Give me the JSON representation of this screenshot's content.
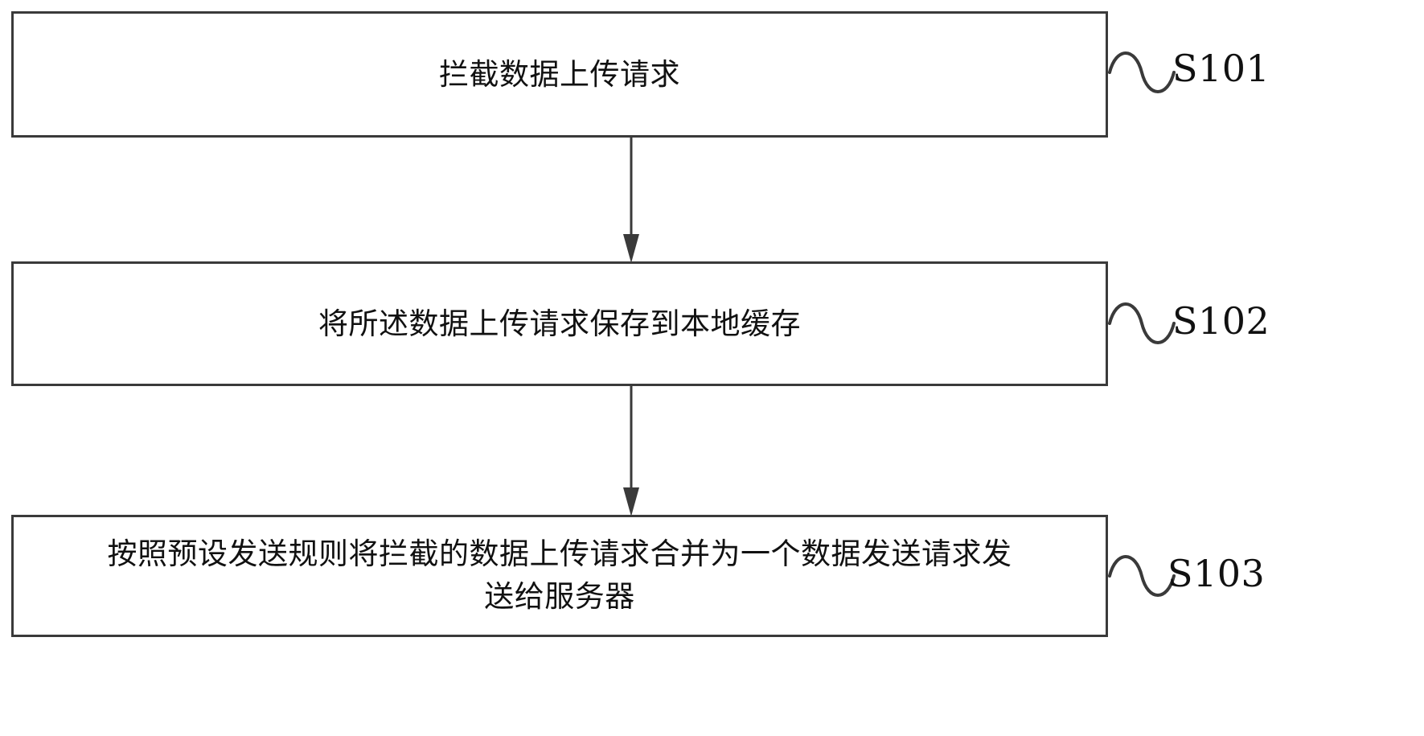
{
  "diagram": {
    "type": "flowchart",
    "orientation": "vertical",
    "stroke_color": "#3a3a3a",
    "text_color": "#111111",
    "background_color": "#ffffff",
    "steps": [
      {
        "id": "S101",
        "label": "S101",
        "text": "拦截数据上传请求",
        "shape": "rectangle"
      },
      {
        "id": "S102",
        "label": "S102",
        "text": "将所述数据上传请求保存到本地缓存",
        "shape": "rectangle"
      },
      {
        "id": "S103",
        "label": "S103",
        "text": "按照预设发送规则将拦截的数据上传请求合并为一个数据发送请求发\n送给服务器",
        "shape": "rectangle"
      }
    ],
    "connectors": [
      {
        "id": "arrow-1",
        "from": "S101",
        "to": "S102",
        "style": "solid-arrow-down"
      },
      {
        "id": "arrow-2",
        "from": "S102",
        "to": "S103",
        "style": "solid-arrow-down"
      }
    ],
    "leaders": [
      {
        "id": "squiggle-1",
        "target": "S101",
        "style": "sine-wave"
      },
      {
        "id": "squiggle-2",
        "target": "S102",
        "style": "sine-wave"
      },
      {
        "id": "squiggle-3",
        "target": "S103",
        "style": "sine-wave"
      }
    ]
  }
}
